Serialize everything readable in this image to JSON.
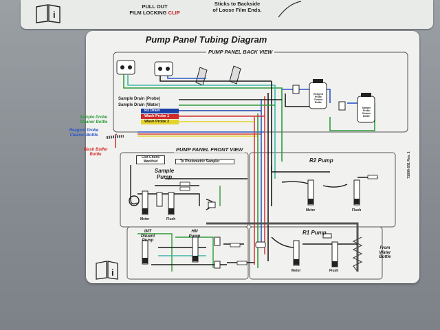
{
  "top_sticker": {
    "film_line1": "PULL OUT",
    "film_line2": "FILM LOCKING",
    "film_clip": "CLIP",
    "sticks_line1": "Sticks to Backside",
    "sticks_line2": "of Loose Film Ends."
  },
  "diagram": {
    "title": "Pump Panel Tubing Diagram",
    "back_view_title": "PUMP PANEL BACK VIEW",
    "front_view_title": "PUMP PANEL FRONT VIEW",
    "sample_drain_probe": "Sample Drain (Probe)",
    "sample_drain_water": "Sample Drain (Water)",
    "r2_drain": "R2 Drain",
    "wash_probe_1": "Wash Probe 1",
    "wash_probe_2": "Wash Probe 2",
    "sample_probe_cleaner_bottle": "Sample Probe Cleaner Bottle",
    "reagent_probe_cleaner_bottle": "Reagent Probe Cleaner Bottle",
    "wash_buffer_bottle": "Wash Buffer Bottle",
    "clot_check_manifold": "Clot Check Manifold",
    "to_photometric_sampler": "To Photometric Sampler",
    "sample_pump": "Sample Pump",
    "r2_pump": "R2 Pump",
    "r1_pump": "R1 Pump",
    "imt_diluent_pump": "IMT Diluent Pump",
    "hm_pump": "HM Pump",
    "meter": "Meter",
    "flush": "Flush",
    "from_water_bottle": "From Water Bottle",
    "part_number": "71698-001 Rev. 1",
    "reagent_cleaner_bottle_label": "Reagent Probe Cleaner Bottle",
    "sample_cleaner_bottle_label": "Sample Probe Cleaner Bottle"
  },
  "colors": {
    "r2_drain": "#1b3fa6",
    "wash_probe_1": "#d02a2a",
    "wash_probe_2": "#e6d32a",
    "tube_green": "#2d9a3a",
    "tube_blue": "#2a55c8",
    "tube_red": "#d83a3a",
    "tube_black": "#1a1a1a",
    "tube_teal": "#3fb6a8"
  },
  "icons": [
    "info-book-icon"
  ]
}
